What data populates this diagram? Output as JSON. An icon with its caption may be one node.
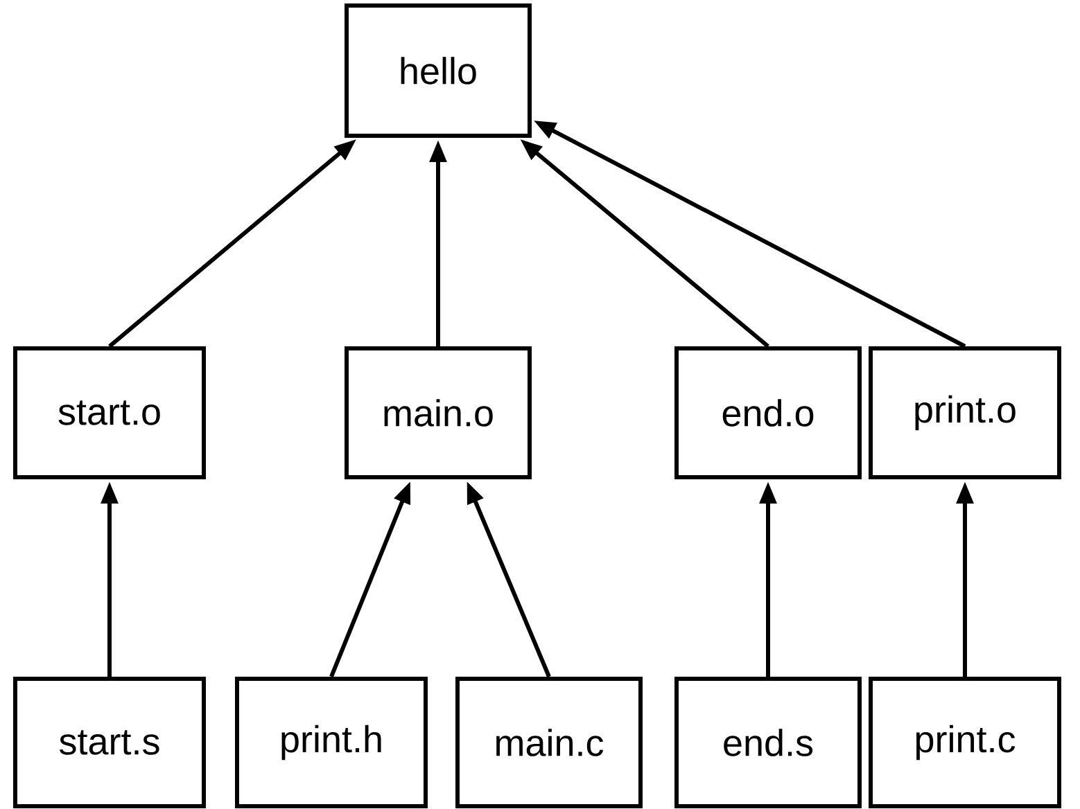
{
  "diagram": {
    "nodes": [
      {
        "text": [
          "hello"
        ]
      },
      {
        "text": [
          "start.o"
        ]
      },
      {
        "text": [
          "main.o"
        ]
      },
      {
        "text": [
          "end.o"
        ]
      },
      {
        "text": [
          "print.o"
        ]
      },
      {
        "text": [
          "start.s"
        ]
      },
      {
        "text": [
          "print.h"
        ]
      },
      {
        "text": [
          "main.c"
        ]
      },
      {
        "text": [
          "end.s"
        ]
      },
      {
        "text": [
          "print.c"
        ]
      }
    ],
    "edges": [
      {
        "from": 1,
        "to": 0,
        "arrow": "to"
      },
      {
        "from": 2,
        "to": 0,
        "arrow": "to"
      },
      {
        "from": 3,
        "to": 0,
        "arrow": "to"
      },
      {
        "from": 4,
        "to": 0,
        "arrow": "to"
      },
      {
        "from": 5,
        "to": 1,
        "arrow": "to"
      },
      {
        "from": 6,
        "to": 2,
        "arrow": "to"
      },
      {
        "from": 7,
        "to": 2,
        "arrow": "to"
      },
      {
        "from": 8,
        "to": 3,
        "arrow": "to"
      },
      {
        "from": 9,
        "to": 4,
        "arrow": "to"
      }
    ]
  }
}
